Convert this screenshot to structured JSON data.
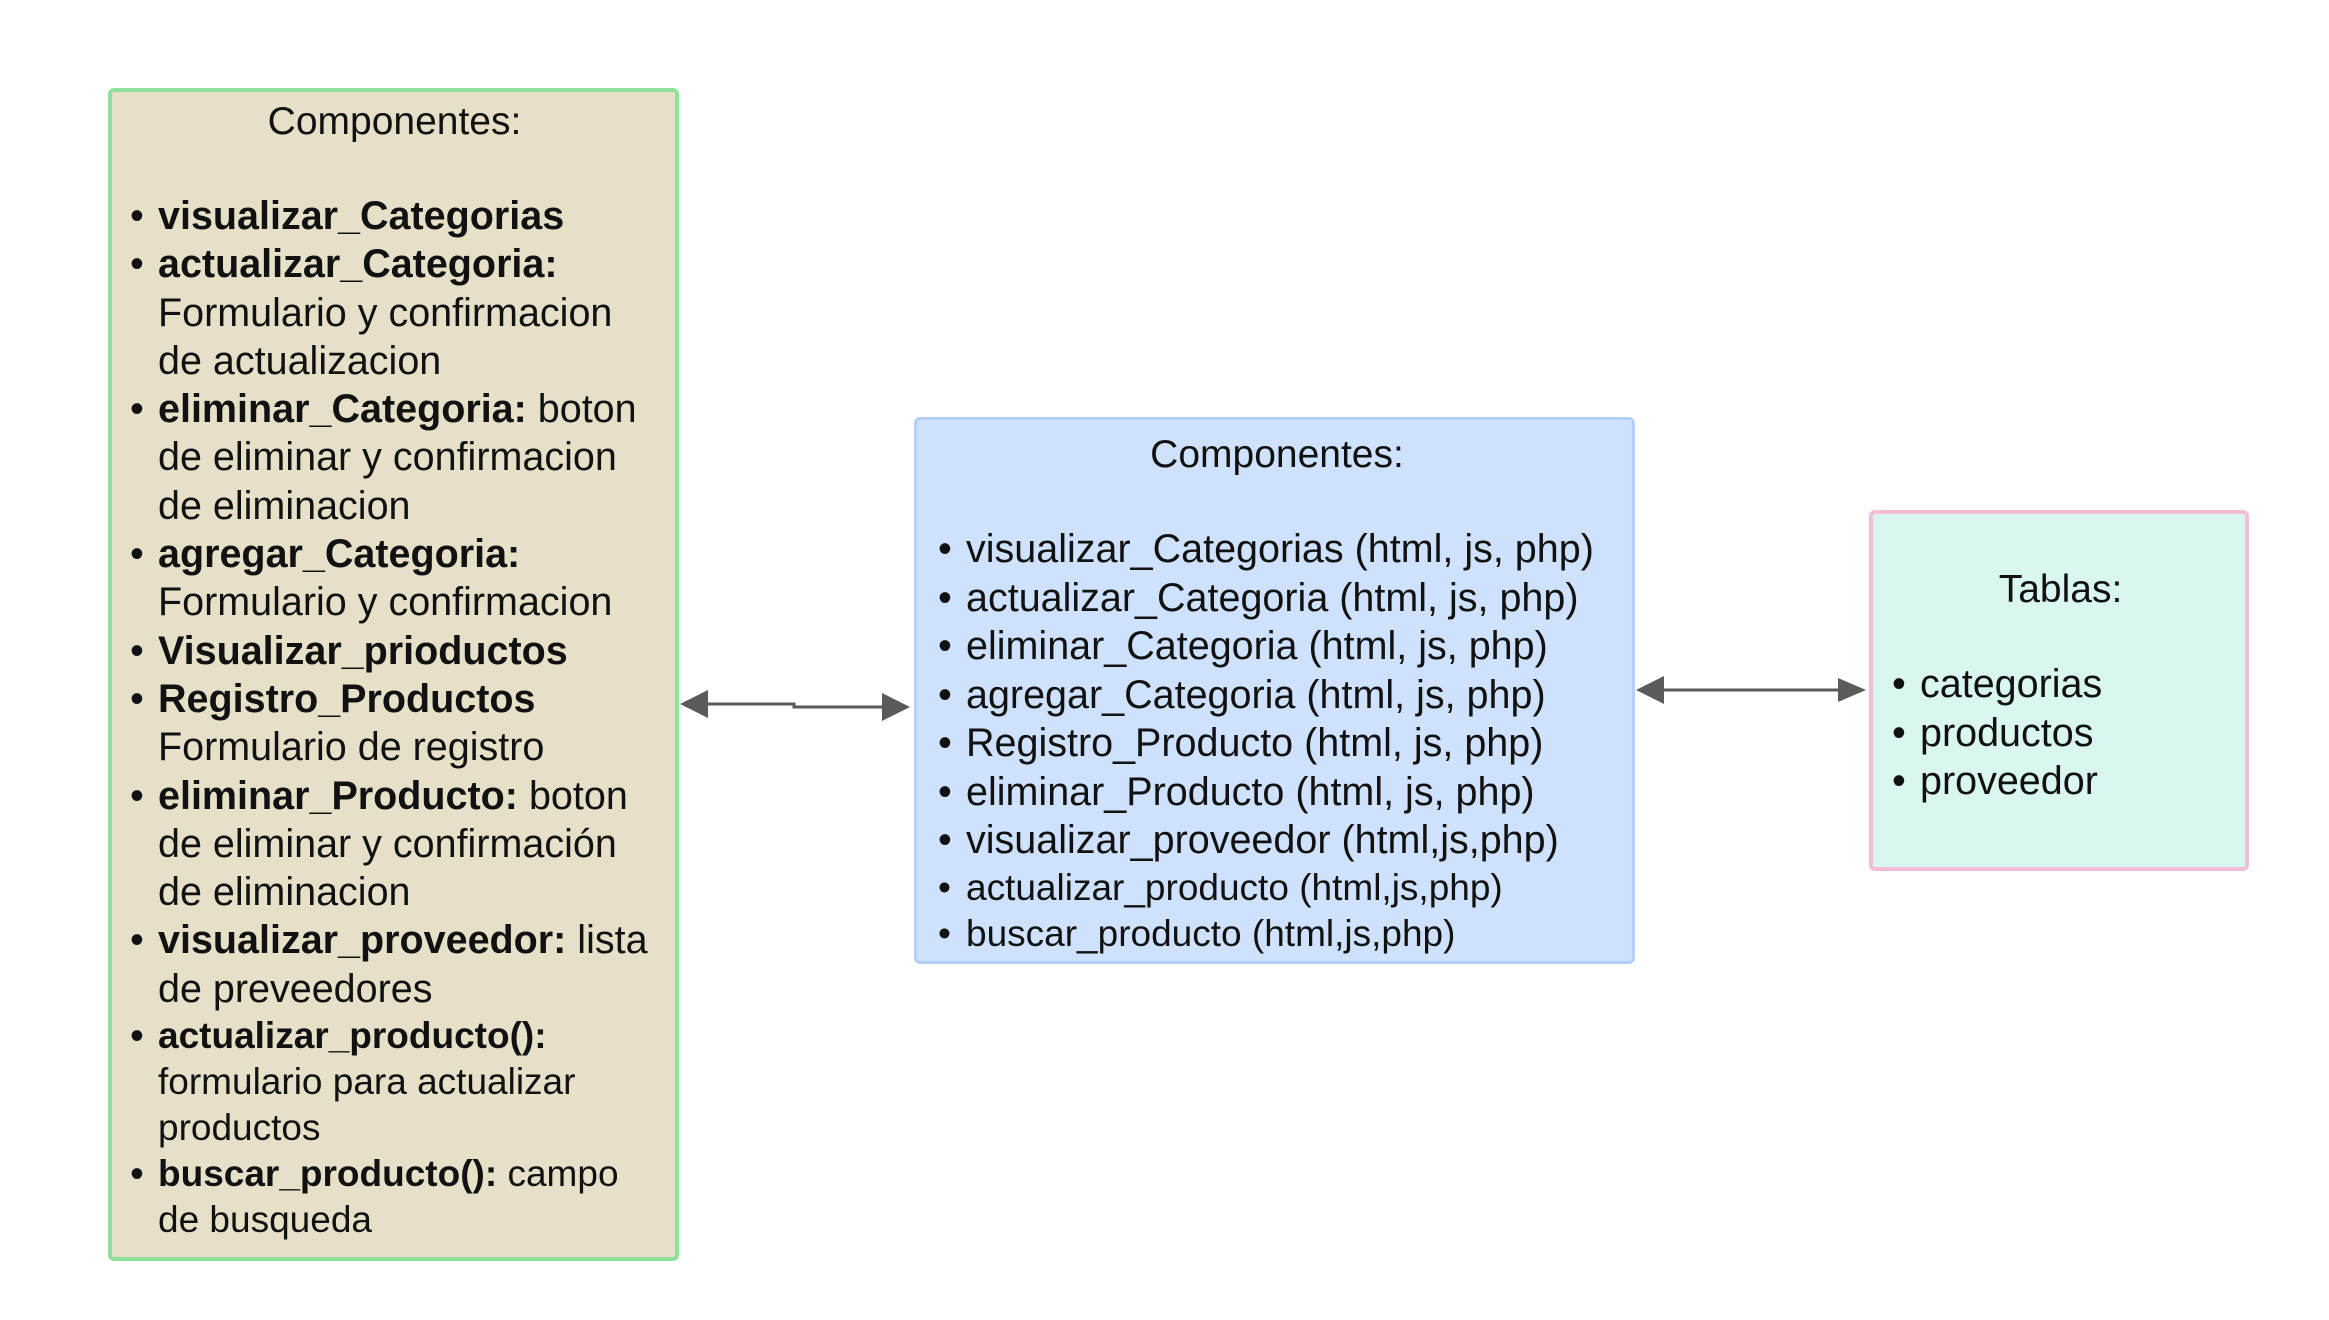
{
  "left_box": {
    "title": "Componentes:",
    "items": [
      {
        "bold": "visualizar_Categorias",
        "rest": ""
      },
      {
        "bold": "actualizar_Categoria:",
        "rest": " Formulario y confirmacion de actualizacion"
      },
      {
        "bold": "eliminar_Categoria:",
        "rest": " boton de eliminar y confirmacion de eliminacion"
      },
      {
        "bold": "agregar_Categoria:",
        "rest": " Formulario y confirmacion"
      },
      {
        "bold": "Visualizar_prioductos",
        "rest": ""
      },
      {
        "bold": "Registro_Productos",
        "rest": " Formulario de registro"
      },
      {
        "bold": "eliminar_Producto:",
        "rest": " boton de eliminar y confirmación de eliminacion"
      },
      {
        "bold": "visualizar_proveedor:",
        "rest": " lista de preveedores"
      },
      {
        "bold": "actualizar_producto():",
        "rest": " formulario para actualizar productos"
      },
      {
        "bold": "buscar_producto():",
        "rest": " campo de busqueda"
      }
    ]
  },
  "middle_box": {
    "title": "Componentes:",
    "items": [
      "visualizar_Categorias (html, js, php)",
      "actualizar_Categoria (html, js, php)",
      "eliminar_Categoria (html, js, php)",
      "agregar_Categoria (html, js, php)",
      "Registro_Producto (html, js, php)",
      "eliminar_Producto (html, js, php)",
      "visualizar_proveedor (html,js,php)",
      "actualizar_producto (html,js,php)",
      "buscar_producto (html,js,php)"
    ]
  },
  "right_box": {
    "title": "Tablas:",
    "items": [
      "categorias",
      "productos",
      "proveedor"
    ]
  },
  "colors": {
    "left_fill": "#e6e0c8",
    "left_border": "#8ee09a",
    "middle_fill": "#cfe2fd",
    "middle_border": "#b2d0fa",
    "right_fill": "#d9f7f0",
    "right_border": "#f3bcd7",
    "arrow": "#5a5a5a"
  }
}
